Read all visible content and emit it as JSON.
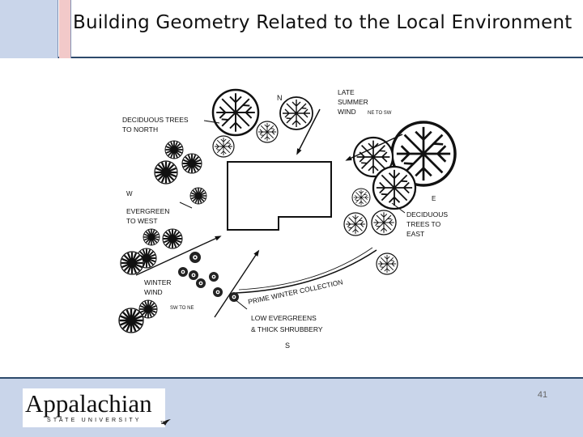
{
  "slide": {
    "title": "Building Geometry Related to the Local Environment",
    "page_number": "41"
  },
  "logo": {
    "name": "Appalachian",
    "subtitle": "STATE UNIVERSITY",
    "trademark": "TM"
  },
  "diagram": {
    "north_label": "N",
    "south_label": "S",
    "east_label": "E",
    "west_label": "W",
    "deciduous_north": [
      "DECIDUOUS TREES",
      "TO NORTH"
    ],
    "late_summer_wind": [
      "LATE",
      "SUMMER",
      "WIND"
    ],
    "ne_to_sw": "NE TO SW",
    "evergreen_west": [
      "EVERGREEN",
      "TO WEST"
    ],
    "deciduous_east": [
      "DECIDUOUS",
      "TREES TO",
      "EAST"
    ],
    "winter_wind": [
      "WINTER",
      "WIND"
    ],
    "sw_to_ne": "SW TO NE",
    "prime_winter_collection": "PRIME WINTER COLLECTION",
    "low_evergreens": [
      "LOW EVERGREENS",
      "& THICK SHRUBBERY"
    ]
  }
}
